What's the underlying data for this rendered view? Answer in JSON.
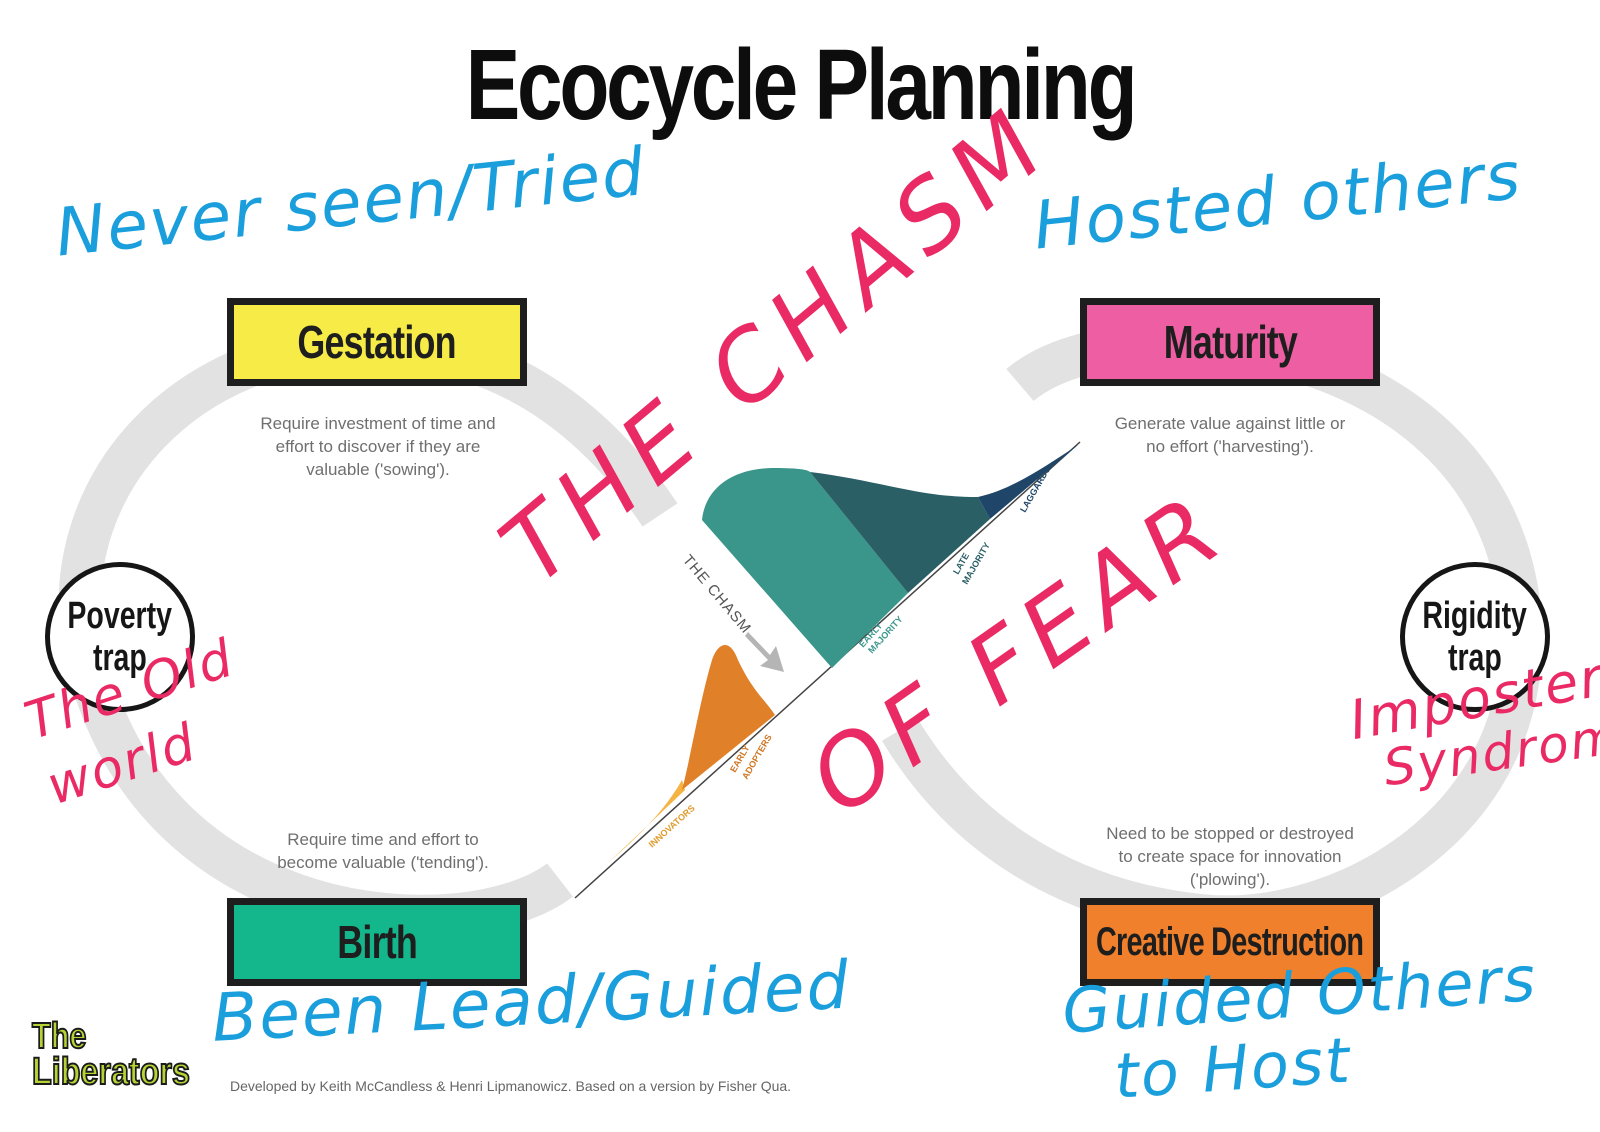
{
  "title": "Ecocycle Planning",
  "stages": {
    "gestation": {
      "label": "Gestation",
      "description": [
        "Require investment of time and",
        "effort to discover if they are",
        "valuable ('sowing')."
      ],
      "color": "#f7eb47"
    },
    "maturity": {
      "label": "Maturity",
      "description": [
        "Generate value against little or",
        "no effort ('harvesting')."
      ],
      "color": "#ee5ea3"
    },
    "birth": {
      "label": "Birth",
      "description": [
        "Require time and effort to",
        "become valuable ('tending')."
      ],
      "color": "#14b68c"
    },
    "creative_destruction": {
      "label": "Creative Destruction",
      "description": [
        "Need to be stopped or destroyed",
        "to create space for innovation",
        "('plowing')."
      ],
      "color": "#f0802b"
    }
  },
  "traps": {
    "poverty": [
      "Poverty",
      "trap"
    ],
    "rigidity": [
      "Rigidity",
      "trap"
    ]
  },
  "adoption_curve": {
    "chasm_label": "THE CHASM",
    "segments": [
      {
        "label": "INNOVATORS",
        "color": "#f5b342"
      },
      {
        "label": "EARLY ADOPTERS",
        "color": "#e0812a"
      },
      {
        "label": "EARLY MAJORITY",
        "color": "#3a958a"
      },
      {
        "label": "LATE MAJORITY",
        "color": "#2a5f66"
      },
      {
        "label": "LAGGARDS",
        "color": "#1f4568"
      }
    ]
  },
  "handwriting": {
    "never_seen": "Never seen/Tried",
    "hosted_others": "Hosted others",
    "old_world": [
      "The Old",
      "world"
    ],
    "imposter": [
      "Imposter",
      "Syndrome"
    ],
    "been_lead": "Been Lead/Guided",
    "guided_others": [
      "Guided Others",
      "to Host"
    ],
    "chasm": "THE CHASM",
    "fear": "OF FEAR"
  },
  "colors": {
    "blue_ink": "#1a9fdc",
    "pink_ink": "#ea2a64",
    "loop": "#e3e2e3"
  },
  "logo": [
    "The",
    "Liberators"
  ],
  "credit": "Developed by Keith McCandless & Henri Lipmanowicz. Based on a version by Fisher Qua."
}
